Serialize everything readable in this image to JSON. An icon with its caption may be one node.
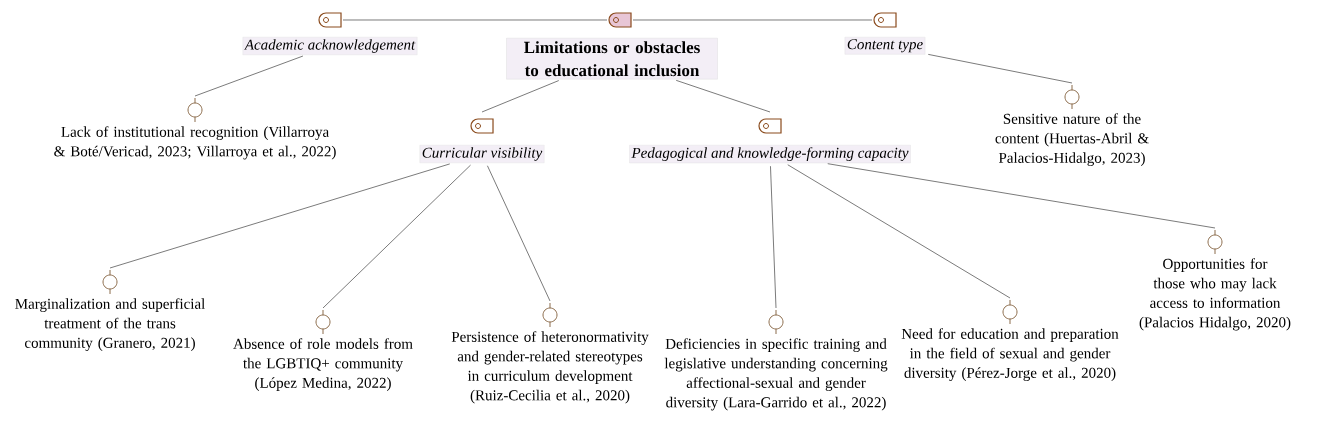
{
  "diagram": {
    "nodes": [
      {
        "text": [
          "Limitations or obstacles to educational inclusion"
        ]
      },
      {
        "text": [
          "Academic acknowledgement"
        ]
      },
      {
        "text": [
          "Content type"
        ]
      },
      {
        "text": [
          "Curricular visibility"
        ]
      },
      {
        "text": [
          "Pedagogical and knowledge-forming capacity"
        ]
      },
      {
        "text": [
          "Lack of institutional recognition (Villarroya & Boté/Vericad, 2023; Villarroya et al., 2022)"
        ]
      },
      {
        "text": [
          "Sensitive nature of the content (Huertas-Abril & Palacios-Hidalgo, 2023)"
        ]
      },
      {
        "text": [
          "Marginalization and superficial treatment of the trans community (Granero, 2021)"
        ]
      },
      {
        "text": [
          "Absence of role models from the LGBTIQ+ community (López Medina, 2022)"
        ]
      },
      {
        "text": [
          "Persistence of heteronormativity and gender-related stereotypes in curriculum development (Ruiz-Cecilia et al., 2020)"
        ]
      },
      {
        "text": [
          "Deficiencies in specific training and legislative understanding concerning affectional-sexual and gender diversity  (Lara-Garrido et al., 2022)"
        ]
      },
      {
        "text": [
          "Need for education and preparation in the field of sexual and gender diversity (Pérez-Jorge et al., 2020)"
        ]
      },
      {
        "text": [
          "Opportunities for those who may lack access to information  (Palacios Hidalgo, 2020)"
        ]
      }
    ],
    "edges": [
      {
        "from": 0,
        "to": 1,
        "arrow": "none"
      },
      {
        "from": 0,
        "to": 2,
        "arrow": "none"
      },
      {
        "from": 0,
        "to": 3,
        "arrow": "none"
      },
      {
        "from": 0,
        "to": 4,
        "arrow": "none"
      },
      {
        "from": 1,
        "to": 5,
        "arrow": "none"
      },
      {
        "from": 2,
        "to": 6,
        "arrow": "none"
      },
      {
        "from": 3,
        "to": 7,
        "arrow": "none"
      },
      {
        "from": 3,
        "to": 8,
        "arrow": "none"
      },
      {
        "from": 3,
        "to": 9,
        "arrow": "none"
      },
      {
        "from": 4,
        "to": 10,
        "arrow": "none"
      },
      {
        "from": 4,
        "to": 11,
        "arrow": "none"
      },
      {
        "from": 4,
        "to": 12,
        "arrow": "none"
      }
    ]
  }
}
